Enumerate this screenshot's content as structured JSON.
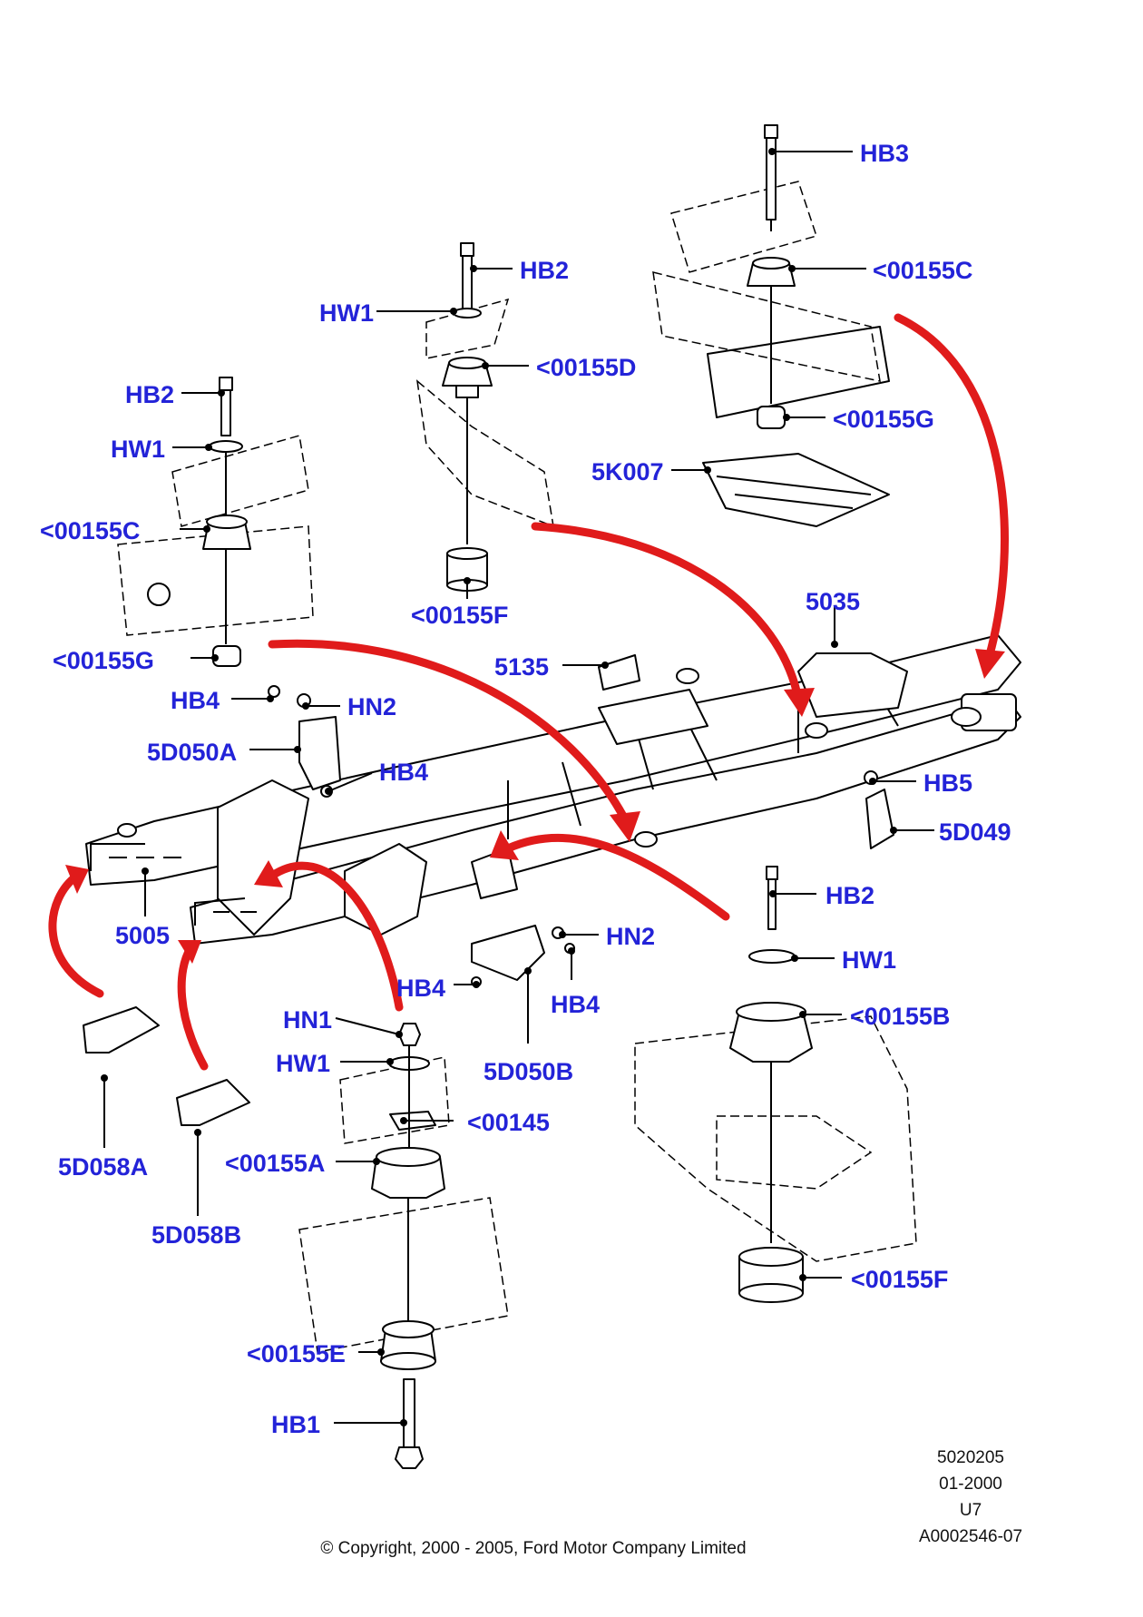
{
  "labels": {
    "top_hb3": "HB3",
    "top_00155c": "<00155C",
    "top_00155g": "<00155G",
    "top_5k007": "5K007",
    "mid_hb2": "HB2",
    "mid_hw1": "HW1",
    "mid_00155d": "<00155D",
    "mid_00155f": "<00155F",
    "left_hb2": "HB2",
    "left_hw1": "HW1",
    "left_00155c": "<00155C",
    "left_00155g": "<00155G",
    "hb4_a": "HB4",
    "hn2_a": "HN2",
    "p5d050a": "5D050A",
    "hb4_b": "HB4",
    "p5035": "5035",
    "p5135": "5135",
    "hb5": "HB5",
    "p5d049": "5D049",
    "p5005": "5005",
    "hn2_b": "HN2",
    "hb4_c": "HB4",
    "hb4_d": "HB4",
    "p5d050b": "5D050B",
    "br_hb2": "HB2",
    "br_hw1": "HW1",
    "br_00155b": "<00155B",
    "br_00155f": "<00155F",
    "bl_hn1": "HN1",
    "bl_hw1": "HW1",
    "bl_00145": "<00145",
    "bl_00155a": "<00155A",
    "bl_00155e": "<00155E",
    "bl_hb1": "HB1",
    "p5d058a": "5D058A",
    "p5d058b": "5D058B"
  },
  "meta": {
    "code": "5020205",
    "date": "01-2000",
    "model": "U7",
    "ref": "A0002546-07",
    "copyright": "© Copyright, 2000 - 2005, Ford Motor Company Limited"
  },
  "colors": {
    "label": "#2323d8",
    "arrow": "#e01b1b",
    "line": "#000000"
  }
}
